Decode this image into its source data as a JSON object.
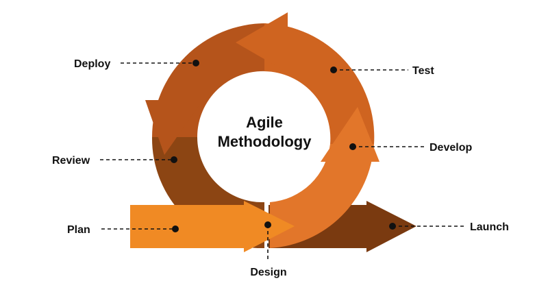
{
  "title": {
    "line1": "Agile",
    "line2": "Methodology"
  },
  "stages": {
    "deploy": "Deploy",
    "test": "Test",
    "review": "Review",
    "develop": "Develop",
    "plan": "Plan",
    "launch": "Launch",
    "design": "Design"
  },
  "colors": {
    "plan_arrow": "#f08a24",
    "launch_arrow": "#7a3a10",
    "review_segment": "#8c4513",
    "deploy_segment": "#b5541b",
    "test_segment": "#cf6420",
    "develop_segment": "#e2762a",
    "text": "#111111"
  }
}
